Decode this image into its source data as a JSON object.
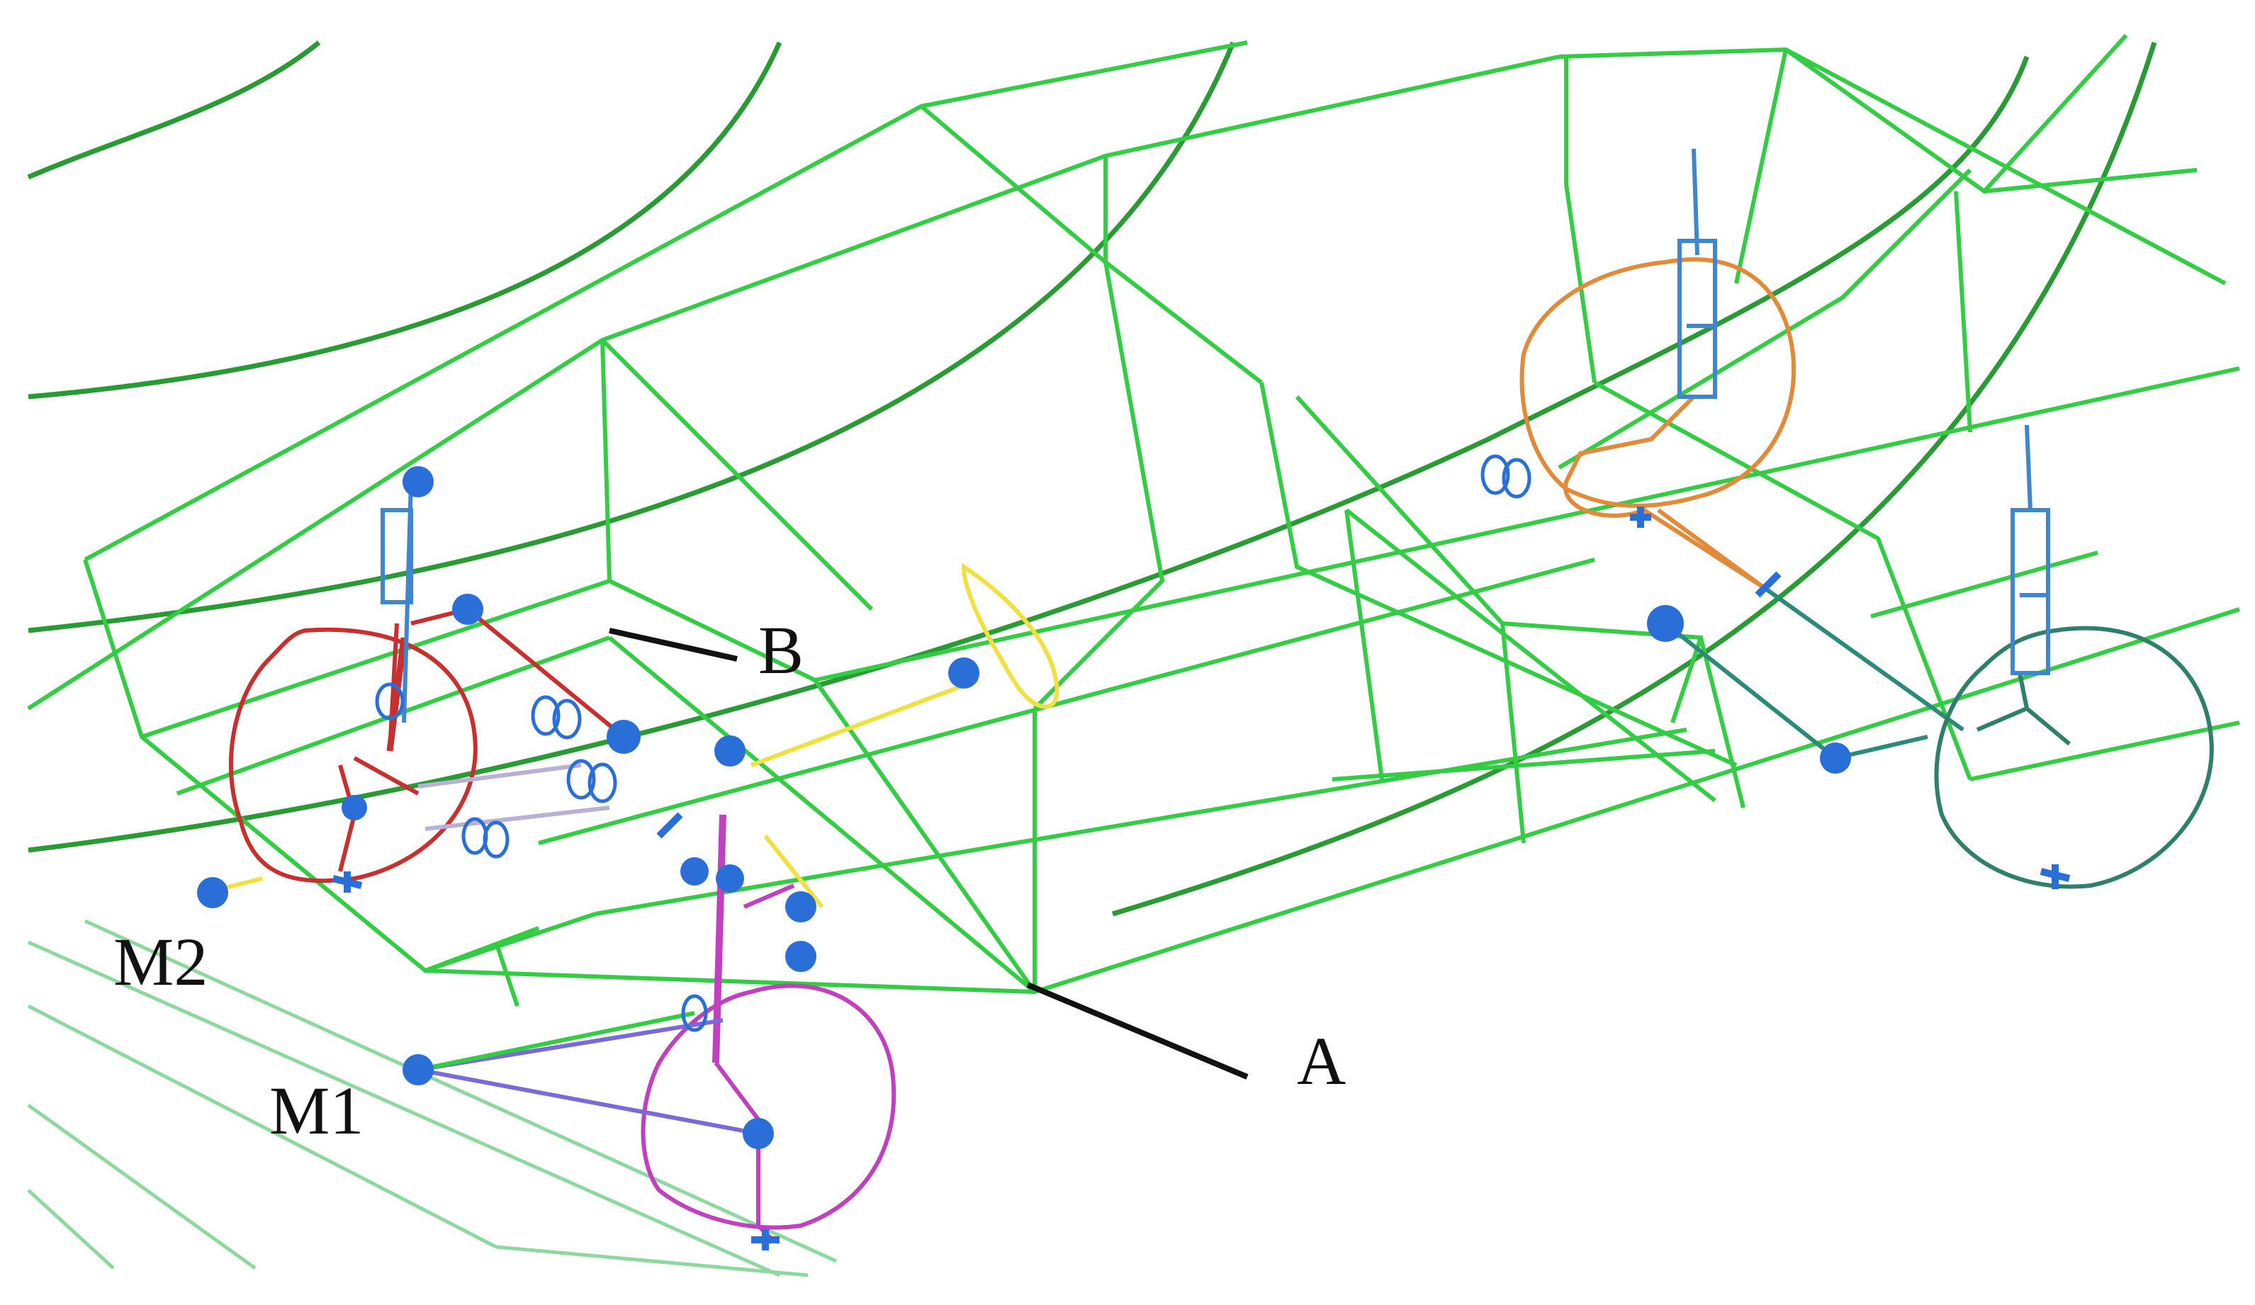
{
  "labels": {
    "a": "A",
    "b": "B",
    "m1": "M1",
    "m2": "M2"
  },
  "colors": {
    "frame": "#33cc44",
    "frame_dark": "#2a9a35",
    "frame_pale": "#8ed8a0",
    "joint": "#2a6fd8",
    "wheel_front_left": "#c83030",
    "wheel_rear_left": "#c040c0",
    "wheel_front_right": "#e08a3a",
    "wheel_rear_right": "#2f7f6a",
    "strut": "#3f86cf",
    "label": "#111111"
  }
}
